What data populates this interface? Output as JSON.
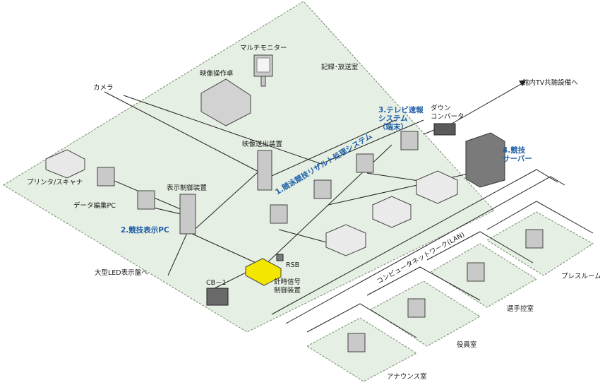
{
  "labels": {
    "camera": "カメラ",
    "video_console": "映像操作卓",
    "multi_monitor": "マルチモニター",
    "record_room": "記録･放送室",
    "video_sender": "映像送出装置",
    "display_controller": "表示制御装置",
    "printer_scanner": "プリンタ/スキャナ",
    "data_edit_pc": "データ編集PC",
    "display_pc": "2.競技表示PC",
    "big_led": "大型LED表示盤へ",
    "result_system": "1.競泳競技リザルト処理システム",
    "tv_system": "3.テレビ速報\nシステム\n（端末）",
    "down_converter": "ダウン\nコンバータ",
    "hall_tv": "館内TV共聴設備へ",
    "server": "4.競技\nサーバー",
    "lan": "コンピュータネットワーク(LAN)",
    "rsb": "RSB",
    "timing_controller": "計時信号\n制御装置",
    "cb1": "CB－1",
    "press_room": "プレスルーム",
    "athlete_room": "選手控室",
    "officials_room": "役員室",
    "announce_room": "アナウンス室"
  },
  "colors": {
    "floor": "#e6efe3",
    "floor_edge": "#6f8a6a",
    "line": "#2a2a2a",
    "device": "#c9c9c9",
    "device_dark": "#5a5a5a",
    "paper": "#f1e6c4",
    "timing_box": "#f3e600",
    "accent_text": "#1f5fa8"
  }
}
